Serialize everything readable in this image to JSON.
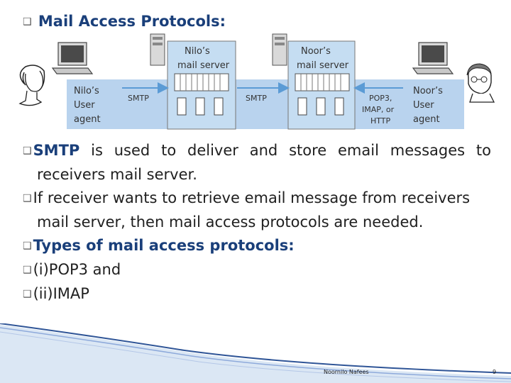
{
  "title": {
    "bullet": "❑",
    "text": "Mail Access Protocols:"
  },
  "diagram": {
    "left_agent": [
      "Nilo’s",
      "User",
      "agent"
    ],
    "right_agent": [
      "Noor’s",
      "User",
      "agent"
    ],
    "left_server": {
      "name": "Nilo’s",
      "label": "mail server"
    },
    "right_server": {
      "name": "Noor’s",
      "label": "mail server"
    },
    "smtp_1": "SMTP",
    "smtp_2": "SMTP",
    "access_protocols": [
      "POP3,",
      "IMAP, or",
      "HTTP"
    ]
  },
  "bullets": [
    {
      "marker": "❑",
      "keyword": "SMTP",
      "text": " is used to deliver and store email messages to",
      "cont": "receivers mail server."
    },
    {
      "marker": "❑",
      "text": "If receiver wants to retrieve email message from receivers",
      "cont": "mail server, then mail access protocols are needed."
    },
    {
      "marker": "❑",
      "text": "Types of mail access protocols:"
    },
    {
      "marker": "❑",
      "text": "(i)POP3 and"
    },
    {
      "marker": "❑",
      "text": "(ii)IMAP"
    }
  ],
  "footer": {
    "author": "Noornilo Nafees",
    "page": "9"
  },
  "colors": {
    "heading": "#1a3f7a",
    "diagram_bg": "#b9d3ee",
    "arrow": "#5b9bd5"
  }
}
